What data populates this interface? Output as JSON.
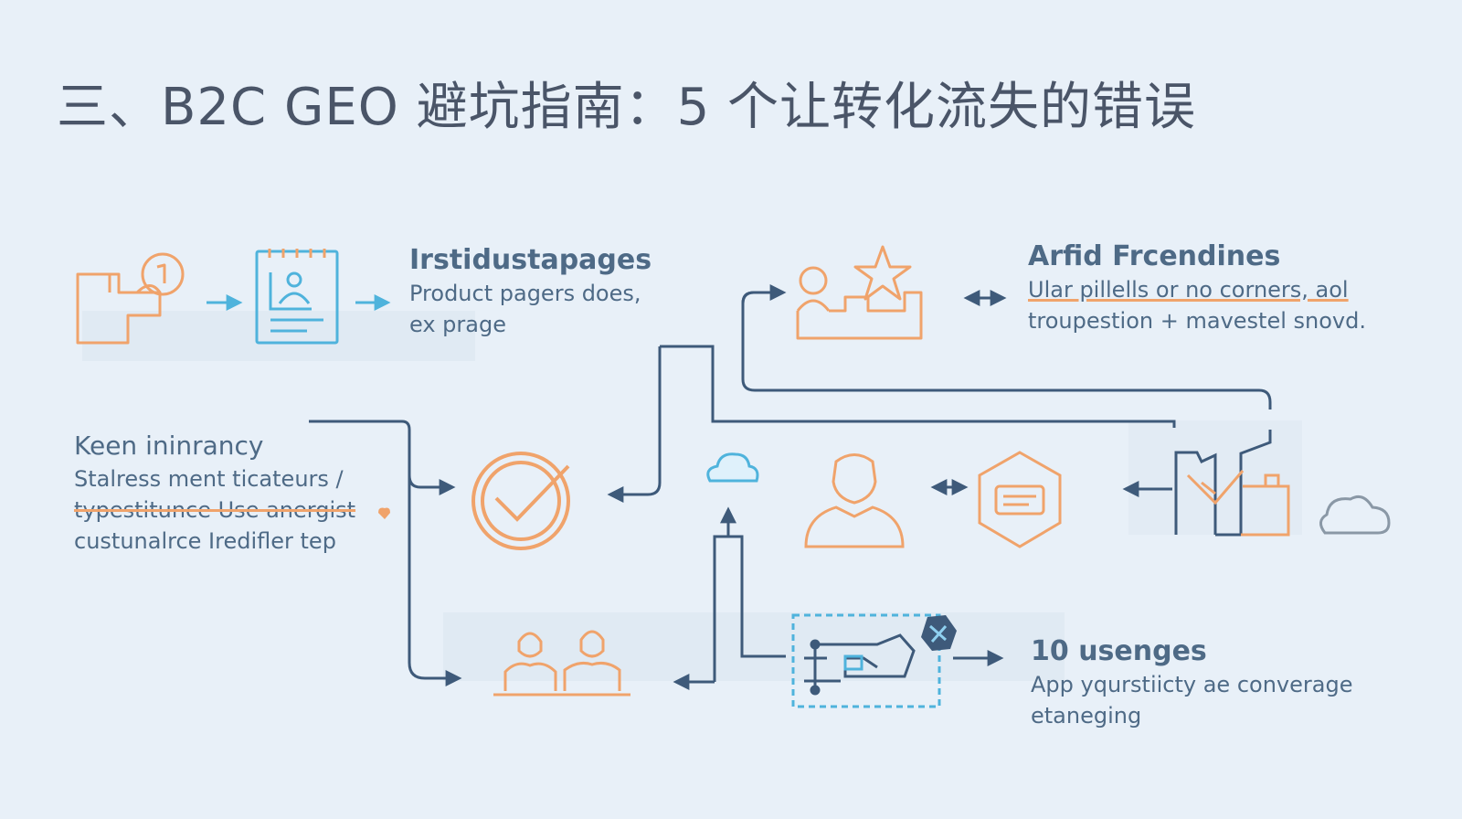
{
  "title": "三、B2C GEO 避坑指南：5 个让转化流失的错误",
  "blocks": {
    "top_left": {
      "heading": "Irstidustapages",
      "lines": [
        "Product pagers does,",
        "ex prage"
      ]
    },
    "top_right": {
      "heading": "Arfid Frcendines",
      "lines": [
        "Ular pillells or no corners, aol",
        "troupestion + mavestel snovd."
      ]
    },
    "mid_left": {
      "heading": "Keen ininrancy",
      "lines": [
        "Stalress ment ticateurs /",
        "typestitunce Use anergist",
        "custunalrce Iredifler tep"
      ]
    },
    "bottom_right": {
      "heading": "10 usenges",
      "lines": [
        "App yqurstiicty ae converage",
        "etaneging"
      ]
    }
  },
  "colors": {
    "orange": "#f0a36b",
    "blue": "#4fb3dc",
    "navy": "#3e5a7a",
    "text": "#4e6a86",
    "title": "#4a5568",
    "bg": "#e8f0f8"
  },
  "icons": [
    "open-box-badge-icon",
    "document-portrait-icon",
    "person-star-podium-icon",
    "checkmark-circle-icon",
    "cloud-icon",
    "person-icon",
    "hexagon-chat-icon",
    "chart-stack-icon",
    "gray-cloud-icon",
    "two-people-icon",
    "circuit-board-icon",
    "dark-badge-icon"
  ]
}
